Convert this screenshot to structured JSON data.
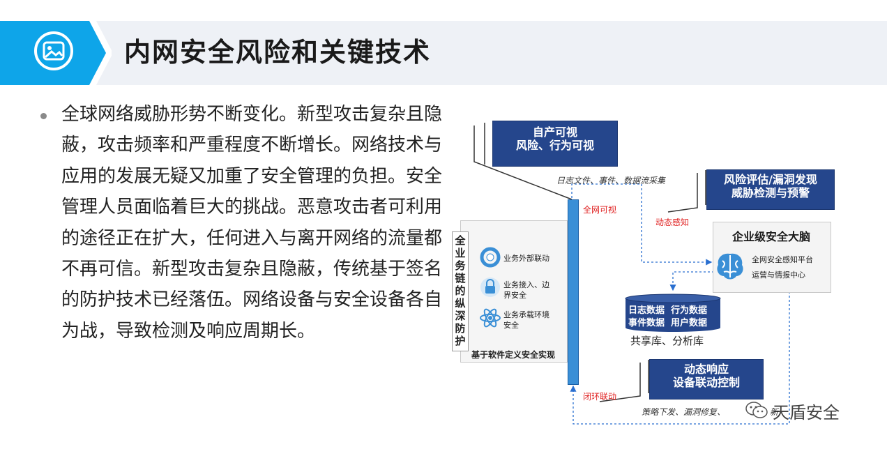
{
  "slide": {
    "title": "内网安全风险和关键技术",
    "title_icon": "image-icon",
    "accent_color": "#0ea5e9",
    "bullet_text": "全球网络威胁形势不断变化。新型攻击复杂且隐蔽，攻击频率和严重程度不断增长。网络技术与应用的发展无疑又加重了安全管理的负担。安全管理人员面临着巨大的挑战。恶意攻击者可利用的途径正在扩大，任何进入与离开网络的流量都不再可信。新型攻击复杂且隐蔽，传统基于签名的防护技术已经落伍。网络设备与安全设备各自为战，导致检测及响应周期长。"
  },
  "diagram": {
    "visibility_box": {
      "line1": "自产可视",
      "line2": "风险、行为可视"
    },
    "log_collect_label": "日志文件、事件、数据流采集",
    "full_network_visible": "全网可视",
    "risk_box": {
      "line1": "风险评估/漏洞发现",
      "line2": "威胁检测与预警"
    },
    "dynamic_sense": "动态感知",
    "brain": {
      "title": "企业级安全大脑",
      "line1": "全网安全感知平台",
      "line2": "运营与情报中心",
      "icon": "brain-icon"
    },
    "panel": {
      "side_label": "全业务链的纵深防护",
      "items": [
        {
          "icon": "lifebuoy-icon",
          "label": "业务外部联动"
        },
        {
          "icon": "lock-icon",
          "label_line1": "业务接入、边",
          "label_line2": "界安全"
        },
        {
          "icon": "atom-icon",
          "label_line1": "业务承载环境",
          "label_line2": "安全"
        }
      ],
      "caption": "基于软件定义安全实现"
    },
    "datastore": {
      "row1": "日志数据  行为数据",
      "row2": "事件数据  用户数据",
      "caption": "共享库、分析库"
    },
    "response_box": {
      "line1": "动态响应",
      "line2": "设备联动控制"
    },
    "closed_loop": "闭环联动",
    "policy_label": "策略下发、漏洞修复、",
    "policy_label_tail": "新"
  },
  "watermark": {
    "text": "天盾安全",
    "icon": "wechat-icon"
  }
}
